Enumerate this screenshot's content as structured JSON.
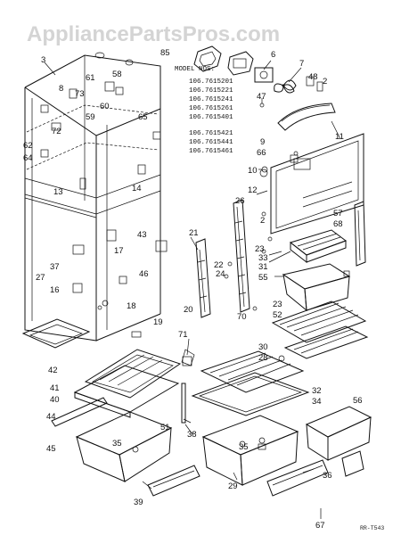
{
  "watermark": "AppliancePartsPros.com",
  "model_nos": {
    "heading": "MODEL NOS:",
    "items": [
      "106.7615201",
      "106.7615221",
      "106.7615241",
      "106.7615261",
      "106.7615401",
      "106.7615421",
      "106.7615441",
      "106.7615461"
    ]
  },
  "drawing_ref": "RR-T543",
  "callouts": [
    {
      "id": "c3",
      "text": "3"
    },
    {
      "id": "c85",
      "text": "85"
    },
    {
      "id": "c6",
      "text": "6"
    },
    {
      "id": "c7",
      "text": "7"
    },
    {
      "id": "c48",
      "text": "48"
    },
    {
      "id": "c2a",
      "text": "2"
    },
    {
      "id": "c61",
      "text": "61"
    },
    {
      "id": "c73",
      "text": "73"
    },
    {
      "id": "c58",
      "text": "58"
    },
    {
      "id": "c8",
      "text": "8"
    },
    {
      "id": "c60",
      "text": "60"
    },
    {
      "id": "c59",
      "text": "59"
    },
    {
      "id": "c65",
      "text": "65"
    },
    {
      "id": "c47",
      "text": "47"
    },
    {
      "id": "c72",
      "text": "72"
    },
    {
      "id": "c62",
      "text": "62"
    },
    {
      "id": "c64",
      "text": "64"
    },
    {
      "id": "c9",
      "text": "9"
    },
    {
      "id": "c66",
      "text": "66"
    },
    {
      "id": "c11",
      "text": "11"
    },
    {
      "id": "c13",
      "text": "13"
    },
    {
      "id": "c14",
      "text": "14"
    },
    {
      "id": "c10",
      "text": "10"
    },
    {
      "id": "c12",
      "text": "12"
    },
    {
      "id": "c26",
      "text": "26"
    },
    {
      "id": "c57",
      "text": "57"
    },
    {
      "id": "c68",
      "text": "68"
    },
    {
      "id": "c2b",
      "text": "2"
    },
    {
      "id": "c23a",
      "text": "23"
    },
    {
      "id": "c21",
      "text": "21"
    },
    {
      "id": "c17",
      "text": "17"
    },
    {
      "id": "c43",
      "text": "43"
    },
    {
      "id": "c33",
      "text": "33"
    },
    {
      "id": "c31",
      "text": "31"
    },
    {
      "id": "c22",
      "text": "22"
    },
    {
      "id": "c24",
      "text": "24"
    },
    {
      "id": "c37",
      "text": "37"
    },
    {
      "id": "c27",
      "text": "27"
    },
    {
      "id": "c46",
      "text": "46"
    },
    {
      "id": "c55",
      "text": "55"
    },
    {
      "id": "c16",
      "text": "16"
    },
    {
      "id": "c18",
      "text": "18"
    },
    {
      "id": "c20",
      "text": "20"
    },
    {
      "id": "c70",
      "text": "70"
    },
    {
      "id": "c23b",
      "text": "23"
    },
    {
      "id": "c52",
      "text": "52"
    },
    {
      "id": "c19",
      "text": "19"
    },
    {
      "id": "c71",
      "text": "71"
    },
    {
      "id": "c42",
      "text": "42"
    },
    {
      "id": "c30",
      "text": "30"
    },
    {
      "id": "c28",
      "text": "28"
    },
    {
      "id": "c41",
      "text": "41"
    },
    {
      "id": "c40",
      "text": "40"
    },
    {
      "id": "c32",
      "text": "32"
    },
    {
      "id": "c34",
      "text": "34"
    },
    {
      "id": "c44",
      "text": "44"
    },
    {
      "id": "c56",
      "text": "56"
    },
    {
      "id": "c51",
      "text": "51"
    },
    {
      "id": "c38",
      "text": "38"
    },
    {
      "id": "c45",
      "text": "45"
    },
    {
      "id": "c35a",
      "text": "35"
    },
    {
      "id": "c35b",
      "text": "35"
    },
    {
      "id": "c36",
      "text": "36"
    },
    {
      "id": "c29",
      "text": "29"
    },
    {
      "id": "c39",
      "text": "39"
    },
    {
      "id": "c67",
      "text": "67"
    }
  ]
}
